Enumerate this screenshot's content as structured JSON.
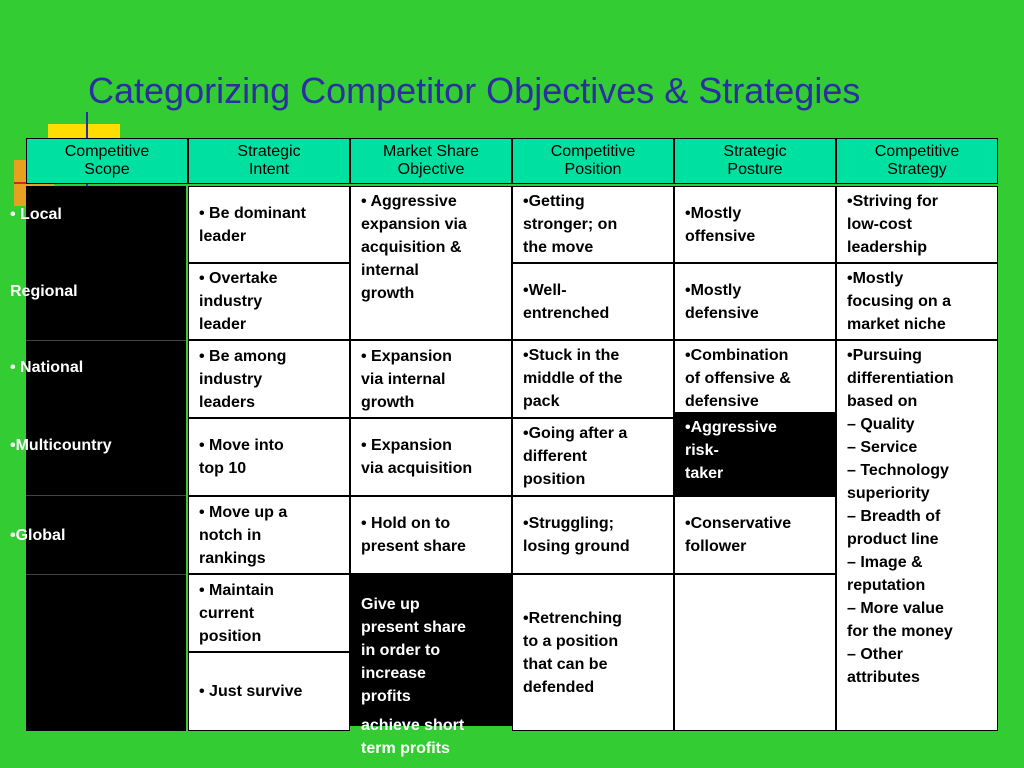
{
  "slide": {
    "title": "Categorizing Competitor Objectives & Strategies"
  },
  "headers": [
    "Competitive\nScope",
    "Strategic\nIntent",
    "Market Share\nObjective",
    "Competitive\nPosition",
    "Strategic\nPosture",
    "Competitive\nStrategy"
  ],
  "scope": [
    "• Local",
    "Regional",
    "• National",
    "•Multicountry",
    "•Global"
  ],
  "intent": [
    "• Be dominant\nleader",
    "• Overtake\nindustry\nleader",
    "• Be among\nindustry\nleaders",
    "• Move into\ntop 10",
    "• Move up a\nnotch in\nrankings",
    "• Maintain\ncurrent\nposition",
    "• Just survive"
  ],
  "market_share": [
    "• Aggressive\nexpansion via\nacquisition &\ninternal\ngrowth",
    "• Expansion\nvia internal\ngrowth",
    "• Expansion\nvia acquisition",
    "• Hold on to\npresent share",
    "Give up\npresent share\nin order to\nincrease\nprofits",
    "achieve short\nterm profits"
  ],
  "position": [
    "•Getting\nstronger; on\nthe move",
    "•Well-\nentrenched",
    "•Stuck in the\nmiddle of the\npack",
    "•Going after a\ndifferent\nposition",
    "•Struggling;\nlosing ground",
    "•Retrenching\nto a position\nthat can be\ndefended"
  ],
  "posture": [
    "•Mostly\noffensive",
    "•Mostly\ndefensive",
    "•Combination\nof offensive &\ndefensive",
    "•Aggressive\nrisk-\ntaker",
    "•Conservative\nfollower"
  ],
  "strategy": [
    "•Striving for\nlow-cost\nleadership",
    "•Mostly\nfocusing on a\nmarket niche",
    "•Pursuing\ndifferentiation\nbased on\n– Quality\n– Service\n– Technology\nsuperiority\n– Breadth of\nproduct line\n– Image &\nreputation\n– More value\nfor the money\n– Other\nattributes"
  ]
}
